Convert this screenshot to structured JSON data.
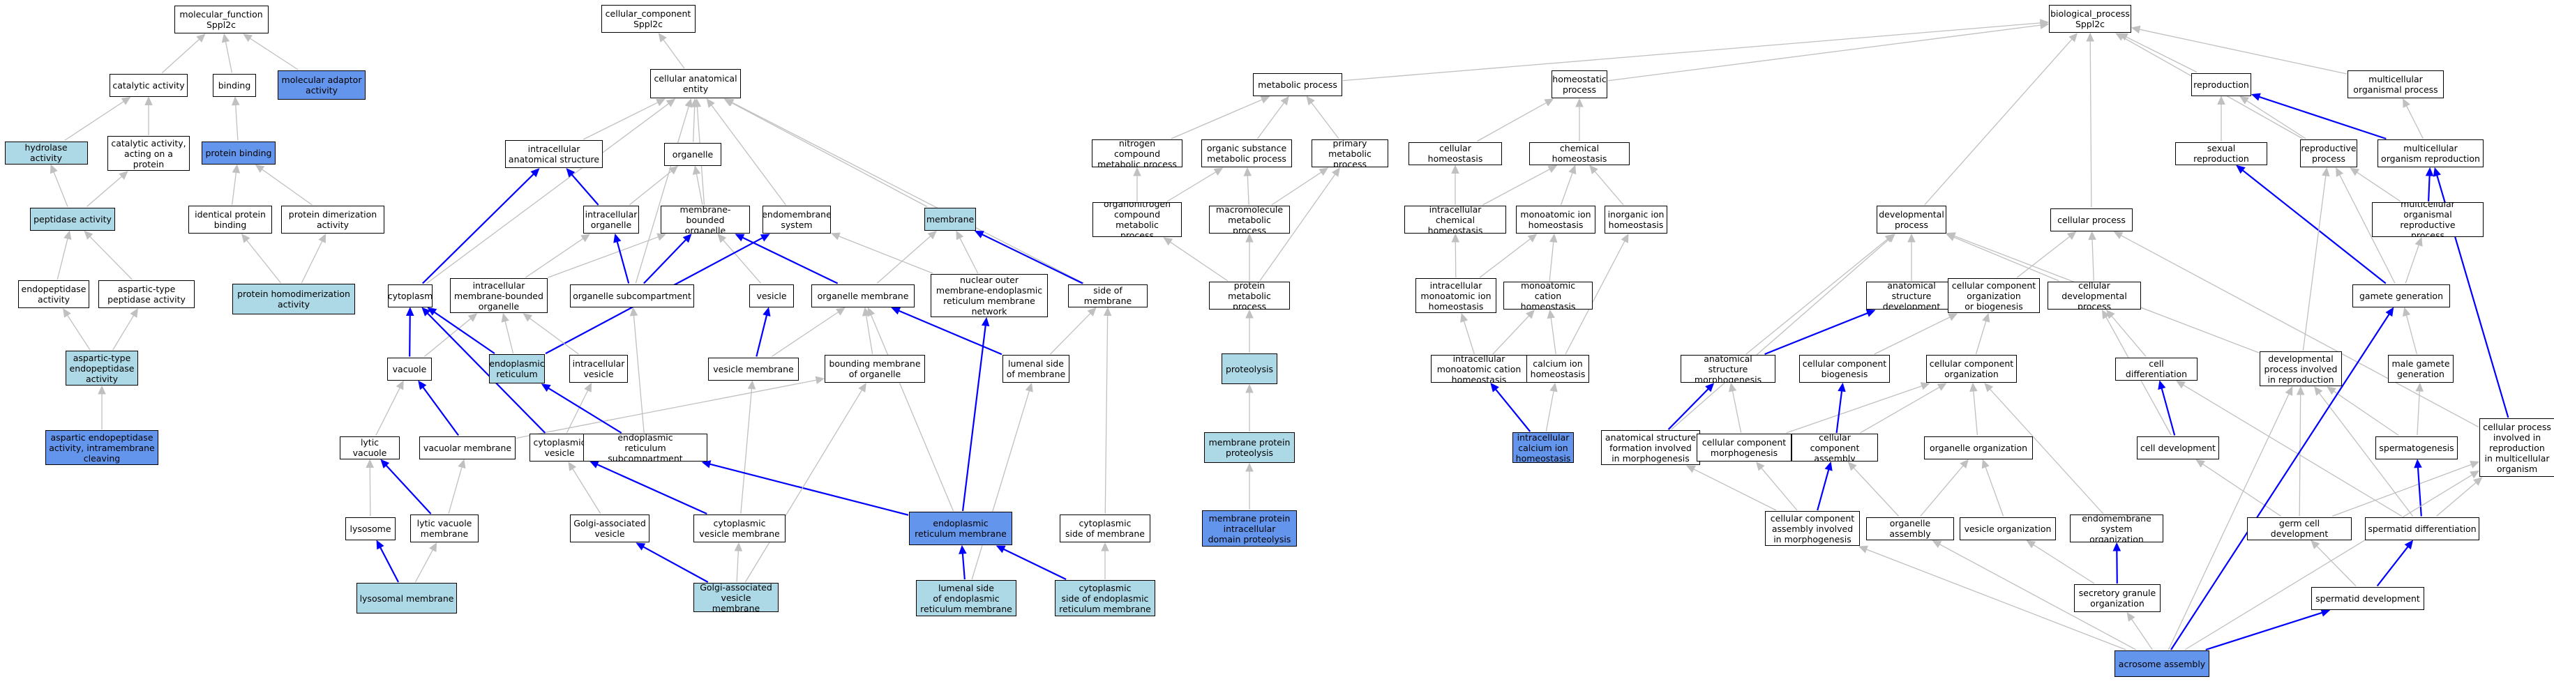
{
  "colors": {
    "white": "#ffffff",
    "light": "#add8e6",
    "dark": "#6495ed",
    "edge_gray": "#c0c0c0",
    "edge_blue": "#0000ff"
  },
  "nodes": {
    "mf": {
      "label": "molecular_function\nSppl2c",
      "color": "white"
    },
    "catalytic": {
      "label": "catalytic activity",
      "color": "white"
    },
    "binding": {
      "label": "binding",
      "color": "white"
    },
    "moladaptor": {
      "label": "molecular adaptor\nactivity",
      "color": "dark"
    },
    "hydrolase": {
      "label": "hydrolase activity",
      "color": "light"
    },
    "catalyticprot": {
      "label": "catalytic activity,\nacting on a\nprotein",
      "color": "white"
    },
    "proteinbinding": {
      "label": "protein binding",
      "color": "dark"
    },
    "peptidase": {
      "label": "peptidase activity",
      "color": "light"
    },
    "identprotbind": {
      "label": "identical protein\nbinding",
      "color": "white"
    },
    "protdimer": {
      "label": "protein dimerization\nactivity",
      "color": "white"
    },
    "endopeptidase": {
      "label": "endopeptidase\nactivity",
      "color": "white"
    },
    "asparticpep": {
      "label": "aspartic-type\npeptidase activity",
      "color": "white"
    },
    "protomodimer": {
      "label": "protein homodimerization\nactivity",
      "color": "light"
    },
    "asparticendo": {
      "label": "aspartic-type\nendopeptidase\nactivity",
      "color": "light"
    },
    "asparticintra": {
      "label": "aspartic endopeptidase\nactivity, intramembrane\ncleaving",
      "color": "dark"
    },
    "cc": {
      "label": "cellular_component\nSppl2c",
      "color": "white"
    },
    "cae": {
      "label": "cellular anatomical\nentity",
      "color": "white"
    },
    "intracanat": {
      "label": "intracellular\nanatomical structure",
      "color": "white"
    },
    "organelle": {
      "label": "organelle",
      "color": "white"
    },
    "intraorg": {
      "label": "intracellular\norganelle",
      "color": "white"
    },
    "membbound": {
      "label": "membrane-bounded\norganelle",
      "color": "white"
    },
    "endomemsys": {
      "label": "endomembrane\nsystem",
      "color": "white"
    },
    "membrane": {
      "label": "membrane",
      "color": "light"
    },
    "cytoplasm": {
      "label": "cytoplasm",
      "color": "white"
    },
    "intramembbound": {
      "label": "intracellular\nmembrane-bounded\norganelle",
      "color": "white"
    },
    "orgsub": {
      "label": "organelle subcompartment",
      "color": "white"
    },
    "vesicle": {
      "label": "vesicle",
      "color": "white"
    },
    "orgmem": {
      "label": "organelle membrane",
      "color": "white"
    },
    "nuclearouter": {
      "label": "nuclear outer\nmembrane-endoplasmic\nreticulum membrane\nnetwork",
      "color": "white"
    },
    "sidemem": {
      "label": "side of membrane",
      "color": "white"
    },
    "vacuole": {
      "label": "vacuole",
      "color": "white"
    },
    "er": {
      "label": "endoplasmic\nreticulum",
      "color": "light"
    },
    "intravesicle": {
      "label": "intracellular\nvesicle",
      "color": "white"
    },
    "vesiclemem": {
      "label": "vesicle membrane",
      "color": "white"
    },
    "boundingmem": {
      "label": "bounding membrane\nof organelle",
      "color": "white"
    },
    "lumenalside": {
      "label": "lumenal side\nof membrane",
      "color": "white"
    },
    "lyticvac": {
      "label": "lytic vacuole",
      "color": "white"
    },
    "vacmem": {
      "label": "vacuolar membrane",
      "color": "white"
    },
    "cytovesicle": {
      "label": "cytoplasmic\nvesicle",
      "color": "white"
    },
    "ersub": {
      "label": "endoplasmic\nreticulum subcompartment",
      "color": "white"
    },
    "lysosome": {
      "label": "lysosome",
      "color": "white"
    },
    "lyticvacmem": {
      "label": "lytic vacuole\nmembrane",
      "color": "white"
    },
    "golgivesicle": {
      "label": "Golgi-associated\nvesicle",
      "color": "white"
    },
    "cytovesmem": {
      "label": "cytoplasmic\nvesicle membrane",
      "color": "white"
    },
    "ermem": {
      "label": "endoplasmic\nreticulum membrane",
      "color": "dark"
    },
    "cytosidemem": {
      "label": "cytoplasmic\nside of membrane",
      "color": "white"
    },
    "lysomem": {
      "label": "lysosomal membrane",
      "color": "light"
    },
    "golgivesmem": {
      "label": "Golgi-associated\nvesicle membrane",
      "color": "light"
    },
    "lumenalER": {
      "label": "lumenal side\nof endoplasmic\nreticulum membrane",
      "color": "light"
    },
    "cytosideER": {
      "label": "cytoplasmic\nside of endoplasmic\nreticulum membrane",
      "color": "light"
    },
    "metab": {
      "label": "metabolic process",
      "color": "white"
    },
    "nitrogen": {
      "label": "nitrogen compound\nmetabolic process",
      "color": "white"
    },
    "organicsub": {
      "label": "organic substance\nmetabolic process",
      "color": "white"
    },
    "primary": {
      "label": "primary metabolic\nprocess",
      "color": "white"
    },
    "organonitro": {
      "label": "organonitrogen\ncompound metabolic\nprocess",
      "color": "white"
    },
    "macromol": {
      "label": "macromolecule\nmetabolic process",
      "color": "white"
    },
    "protmetab": {
      "label": "protein metabolic\nprocess",
      "color": "white"
    },
    "proteolysis": {
      "label": "proteolysis",
      "color": "light"
    },
    "memprotprot": {
      "label": "membrane protein\nproteolysis",
      "color": "light"
    },
    "memprotintra": {
      "label": "membrane protein\nintracellular\ndomain proteolysis",
      "color": "dark"
    },
    "homeostatic": {
      "label": "homeostatic\nprocess",
      "color": "white"
    },
    "cellhomeo": {
      "label": "cellular homeostasis",
      "color": "white"
    },
    "chemhomeo": {
      "label": "chemical homeostasis",
      "color": "white"
    },
    "intrachem": {
      "label": "intracellular\nchemical homeostasis",
      "color": "white"
    },
    "monoatomic": {
      "label": "monoatomic ion\nhomeostasis",
      "color": "white"
    },
    "inorganic": {
      "label": "inorganic ion\nhomeostasis",
      "color": "white"
    },
    "intramonoion": {
      "label": "intracellular\nmonoatomic ion\nhomeostasis",
      "color": "white"
    },
    "monocation": {
      "label": "monoatomic cation\nhomeostasis",
      "color": "white"
    },
    "intramonocat": {
      "label": "intracellular\nmonoatomic cation\nhomeostasis",
      "color": "white"
    },
    "calciumion": {
      "label": "calcium ion\nhomeostasis",
      "color": "white"
    },
    "intracalcium": {
      "label": "intracellular\ncalcium ion\nhomeostasis",
      "color": "dark"
    },
    "bp": {
      "label": "biological_process\nSppl2c",
      "color": "white"
    },
    "reproduction": {
      "label": "reproduction",
      "color": "white"
    },
    "multicellular": {
      "label": "multicellular\norganismal process",
      "color": "white"
    },
    "sexualrepro": {
      "label": "sexual reproduction",
      "color": "white"
    },
    "reproprocess": {
      "label": "reproductive\nprocess",
      "color": "white"
    },
    "multirepro": {
      "label": "multicellular\norganism reproduction",
      "color": "white"
    },
    "multireproproc": {
      "label": "multicellular\norganismal reproductive\nprocess",
      "color": "white"
    },
    "developmental": {
      "label": "developmental\nprocess",
      "color": "white"
    },
    "cellularproc": {
      "label": "cellular process",
      "color": "white"
    },
    "anatdev": {
      "label": "anatomical structure\ndevelopment",
      "color": "white"
    },
    "ccorgbio": {
      "label": "cellular component\norganization\nor biogenesis",
      "color": "white"
    },
    "celldevproc": {
      "label": "cellular developmental\nprocess",
      "color": "white"
    },
    "gametegen": {
      "label": "gamete generation",
      "color": "white"
    },
    "anatmorph": {
      "label": "anatomical structure\nmorphogenesis",
      "color": "white"
    },
    "ccbiogen": {
      "label": "cellular component\nbiogenesis",
      "color": "white"
    },
    "ccorg": {
      "label": "cellular component\norganization",
      "color": "white"
    },
    "celldiff": {
      "label": "cell differentiation",
      "color": "white"
    },
    "devrepro": {
      "label": "developmental\nprocess involved\nin reproduction",
      "color": "white"
    },
    "malegamete": {
      "label": "male gamete\ngeneration",
      "color": "white"
    },
    "anatform": {
      "label": "anatomical structure\nformation involved\nin morphogenesis",
      "color": "white"
    },
    "ccmorph": {
      "label": "cellular component\nmorphogenesis",
      "color": "white"
    },
    "ccassembly": {
      "label": "cellular component\nassembly",
      "color": "white"
    },
    "orgorg": {
      "label": "organelle organization",
      "color": "white"
    },
    "celldev": {
      "label": "cell development",
      "color": "white"
    },
    "spermatogenesis": {
      "label": "spermatogenesis",
      "color": "white"
    },
    "cellprocrepro": {
      "label": "cellular process\ninvolved in\nreproduction\nin multicellular\norganism",
      "color": "white"
    },
    "ccassemblymorph": {
      "label": "cellular component\nassembly involved\nin morphogenesis",
      "color": "white"
    },
    "orgassembly": {
      "label": "organelle assembly",
      "color": "white"
    },
    "vesorg": {
      "label": "vesicle organization",
      "color": "white"
    },
    "endomemorg": {
      "label": "endomembrane\nsystem organization",
      "color": "white"
    },
    "germcelldev": {
      "label": "germ cell development",
      "color": "white"
    },
    "spermdiff": {
      "label": "spermatid differentiation",
      "color": "white"
    },
    "secretory": {
      "label": "secretory granule\norganization",
      "color": "white"
    },
    "spermdev": {
      "label": "spermatid development",
      "color": "white"
    },
    "acrosome": {
      "label": "acrosome assembly",
      "color": "dark"
    }
  }
}
